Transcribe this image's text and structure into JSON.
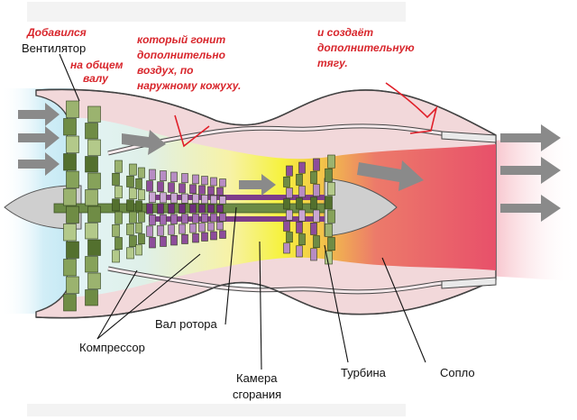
{
  "labels": {
    "fan": "Вентилятор",
    "rotor_shaft": "Вал ротора",
    "compressor": "Компрессор",
    "combustor_line1": "Камера",
    "combustor_line2": "сгорания",
    "turbine": "Турбина",
    "nozzle": "Сопло"
  },
  "annotations": {
    "added_line1": "Добавился",
    "added_line2": "на общем",
    "added_line3": "валу",
    "drives_line1": "который гонит",
    "drives_line2": "дополнительно",
    "drives_line3": "воздух, по",
    "drives_line4": "наружному кожуху.",
    "thrust_line1": "и создаёт",
    "thrust_line2": "дополнительную",
    "thrust_line3": "тягу."
  },
  "colors": {
    "annotation": "#d8262c",
    "casing": "#f2d8da",
    "fan_blades": "#5f7b3a",
    "compressor_blades": "#7d3d8a",
    "exhaust": "#e8506a",
    "combustion": "#f4f03a"
  }
}
